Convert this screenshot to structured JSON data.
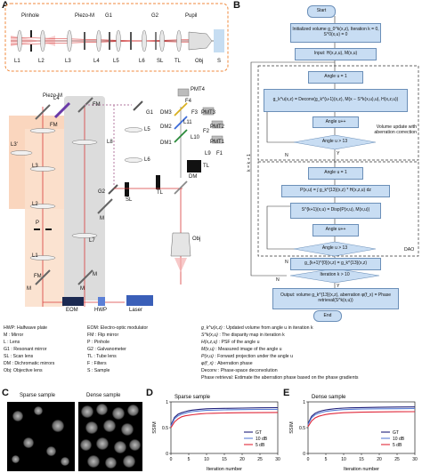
{
  "panels": {
    "A": "A",
    "B": "B",
    "C": "C",
    "D": "D",
    "E": "E"
  },
  "setup_top": {
    "labels": [
      "Pinhole",
      "Piezo-M",
      "G1",
      "G2",
      "Pupil"
    ],
    "lens_labels": [
      "L1",
      "L2",
      "L3",
      "L4",
      "L5",
      "L6",
      "SL",
      "TL",
      "Obj",
      "S"
    ]
  },
  "setup_main": {
    "labels": [
      "Piezo-M",
      "L4",
      "FM",
      "G1",
      "L5",
      "L8",
      "L6",
      "G2",
      "SL",
      "TL",
      "DM",
      "Obj",
      "PMT4",
      "F4",
      "DM3",
      "F3",
      "PMT3",
      "DM2",
      "F2",
      "PMT2",
      "DM1",
      "L11",
      "L10",
      "L9",
      "F1",
      "PMT1",
      "TL",
      "L3'",
      "L3",
      "L2",
      "P",
      "L1",
      "FM",
      "M",
      "M",
      "L7",
      "M",
      "EOM",
      "HWP",
      "Laser",
      "FM",
      "M"
    ]
  },
  "legend_left": [
    [
      "HWP",
      "Halfwave plate"
    ],
    [
      "M",
      "Mirror"
    ],
    [
      "L",
      "Lens"
    ],
    [
      "G1",
      "Resonant mirror"
    ],
    [
      "SL",
      "Scan lens"
    ],
    [
      "DM",
      "Dichromatic mirrors"
    ],
    [
      "Obj",
      "Objective lens"
    ]
  ],
  "legend_mid": [
    [
      "EOM",
      "Electro-optic modulator"
    ],
    [
      "FM",
      "Flip mirror"
    ],
    [
      "P",
      "Pinhole"
    ],
    [
      "G2",
      "Galvanometer"
    ],
    [
      "TL",
      "Tube lens"
    ],
    [
      "F",
      "Filters"
    ],
    [
      "S",
      "Sample"
    ]
  ],
  "legend_right": [
    [
      "g_k^u(x,z)",
      "Updated volume from angle u in iteration k"
    ],
    [
      "S^k(x,u)",
      "The disparity map in iteration k"
    ],
    [
      "H(x,z,u)",
      "PSF of the angle u"
    ],
    [
      "M(x,u)",
      "Measured image of the angle u"
    ],
    [
      "P(x,u)",
      "Forward projection under the angle u"
    ],
    [
      "φ(f_x)",
      "Aberration phase"
    ],
    [
      "Deconv",
      "Phase-space deconvolution"
    ]
  ],
  "legend_footer": "Phase retrieval: Estimate the aberration phase based on the phase gradients",
  "flow": {
    "start": "Start",
    "init": "Initialized volume g_0^k(x,z), Iteration k = 0, S^0(x,u) = 0",
    "input": "Input: H(x,z,u), M(x,u)",
    "angle1": "Angle u = 1",
    "deconv": "g_k^u(x,z) = Deconv(g_k^{u-1}(x,z), M(x − S^k(x,u),u), H(x,z,u))",
    "angle_inc1": "Angle u++",
    "cond1": "Angle u > 13",
    "angle2": "Angle u = 1",
    "proj": "P(x,u) = ∫ g_k^{13}(x,z) * H(x,z,u) dz",
    "disp": "S^{k+1}(x,u) = Disp(P(x,u), M(x,u))",
    "angle_inc2": "Angle u++",
    "cond2": "Angle u > 13",
    "update": "g_{k+1}^{0}(x,z) = g_k^{13}(x,z)",
    "iter": "Iteration k > 10",
    "output": "Output: volume g_k^{13}(x,z), aberration φ(f_x) = Phase retrieval(S^k(x,u))",
    "end": "End",
    "y": "Y",
    "n": "N",
    "kpp": "k = k + 1",
    "volume_note": "Volume update with aberration correction",
    "dao": "DAO"
  },
  "panel_c": {
    "left": "Sparse sample",
    "right": "Dense sample"
  },
  "chart_data": [
    {
      "type": "line",
      "title": "Sparse sample",
      "xlabel": "Iteration number",
      "ylabel": "SSIM",
      "xlim": [
        0,
        30
      ],
      "ylim": [
        0,
        1
      ],
      "xticks": [
        0,
        5,
        10,
        15,
        20,
        25,
        30
      ],
      "yticks": [
        0,
        0.5,
        1
      ],
      "x": [
        0,
        1,
        2,
        3,
        4,
        5,
        6,
        8,
        10,
        12,
        15,
        20,
        25,
        30
      ],
      "series": [
        {
          "name": "GT",
          "color": "#1f1f7a",
          "values": [
            0.55,
            0.7,
            0.76,
            0.79,
            0.81,
            0.83,
            0.84,
            0.855,
            0.865,
            0.87,
            0.875,
            0.88,
            0.885,
            0.888
          ]
        },
        {
          "name": "10 dB",
          "color": "#5b7fd6",
          "values": [
            0.53,
            0.67,
            0.73,
            0.76,
            0.78,
            0.8,
            0.81,
            0.825,
            0.835,
            0.84,
            0.845,
            0.85,
            0.853,
            0.855
          ]
        },
        {
          "name": "5 dB",
          "color": "#e0283a",
          "values": [
            0.5,
            0.61,
            0.67,
            0.71,
            0.73,
            0.74,
            0.75,
            0.765,
            0.775,
            0.78,
            0.785,
            0.79,
            0.792,
            0.795
          ]
        }
      ],
      "legend": "bottom-right"
    },
    {
      "type": "line",
      "title": "Dense sample",
      "xlabel": "Iteration number",
      "ylabel": "SSIM",
      "xlim": [
        0,
        30
      ],
      "ylim": [
        0,
        1
      ],
      "xticks": [
        0,
        5,
        10,
        15,
        20,
        25,
        30
      ],
      "yticks": [
        0,
        0.5,
        1
      ],
      "x": [
        0,
        1,
        2,
        3,
        4,
        5,
        6,
        8,
        10,
        12,
        15,
        20,
        25,
        30
      ],
      "series": [
        {
          "name": "GT",
          "color": "#1f1f7a",
          "values": [
            0.58,
            0.72,
            0.78,
            0.81,
            0.83,
            0.845,
            0.855,
            0.87,
            0.88,
            0.885,
            0.89,
            0.895,
            0.9,
            0.902
          ]
        },
        {
          "name": "10 dB",
          "color": "#5b7fd6",
          "values": [
            0.56,
            0.69,
            0.75,
            0.78,
            0.8,
            0.815,
            0.825,
            0.84,
            0.85,
            0.855,
            0.86,
            0.865,
            0.868,
            0.87
          ]
        },
        {
          "name": "5 dB",
          "color": "#e0283a",
          "values": [
            0.52,
            0.63,
            0.69,
            0.72,
            0.74,
            0.755,
            0.765,
            0.78,
            0.79,
            0.795,
            0.8,
            0.805,
            0.808,
            0.81
          ]
        }
      ],
      "legend": "bottom-right"
    }
  ]
}
